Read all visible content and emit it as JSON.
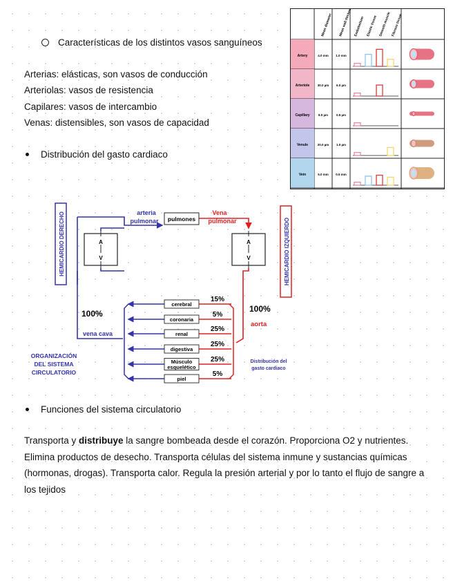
{
  "section1": {
    "heading": "Características de los distintos vasos sanguíneos",
    "lines": [
      "Arterias: elásticas, son vasos de conducción",
      "Arteriolas: vasos de resistencia",
      "Capilares: vasos de intercambio",
      "Venas: distensibles, son vasos de capacidad"
    ]
  },
  "section2": {
    "heading": "Distribución del gasto cardiaco"
  },
  "section3": {
    "heading": "Funciones del sistema circulatorio",
    "paragraph_pre": "Transporta y ",
    "paragraph_bold": "distribuye",
    "paragraph_post": " la sangre bombeada desde el corazón. Proporciona O2 y nutrientes. Elimina productos de desecho. Transporta células del sistema inmune y  sustancias químicas (hormonas, drogas). Transporta calor. Regula la presión arterial y por lo tanto el flujo de sangre a los tejidos"
  },
  "vessel_table": {
    "column_headers": [
      "Mean diameter",
      "Mean wall thickness",
      "Endothelium",
      "Elastic tissue",
      "Smooth muscle",
      "Fibrous tissue"
    ],
    "bar_colors": {
      "endothelium": "#e58aa6",
      "elastic": "#8ec5e6",
      "smooth_muscle": "#d93a3a",
      "fibrous": "#f0d86a"
    },
    "rows": [
      {
        "name": "Artery",
        "diameter": "4.0 mm",
        "wall": "1.0 mm",
        "color": "#f4aab8",
        "bars": [
          0.15,
          0.6,
          0.85,
          0.35
        ]
      },
      {
        "name": "Arteriole",
        "diameter": "30.0 µm",
        "wall": "6.0 µm",
        "color": "#f1b7c8",
        "bars": [
          0.15,
          0,
          0.55,
          0
        ]
      },
      {
        "name": "Capillary",
        "diameter": "8.0 µm",
        "wall": "0.5 µm",
        "color": "#d6b7de",
        "bars": [
          0.15,
          0,
          0,
          0
        ]
      },
      {
        "name": "Venule",
        "diameter": "20.0 µm",
        "wall": "1.0 µm",
        "color": "#c3c5ea",
        "bars": [
          0.15,
          0,
          0,
          0.4
        ]
      },
      {
        "name": "Vein",
        "diameter": "5.0 mm",
        "wall": "0.5 mm",
        "color": "#b3d6ef",
        "bars": [
          0.15,
          0.45,
          0.5,
          0.4
        ]
      }
    ]
  },
  "diagram": {
    "left_label": "HEMICARDIO DERECHO",
    "right_label": "HEMICARDIO IZQUIERDO",
    "arteria": "arteria",
    "pulmonar1": "pulmonar",
    "pulmones": "pulmones",
    "vena": "Vena",
    "pulmonar2": "pulmonar",
    "heart_a": "A",
    "heart_v": "V",
    "pct_left": "100%",
    "vena_cava": "vena cava",
    "pct_right": "100%",
    "aorta": "aorta",
    "org_line1": "ORGANIZACIÓN",
    "org_line2": "DEL SISTEMA",
    "org_line3": "CIRCULATORIO",
    "dist_line1": "Distribución del",
    "dist_line2": "gasto cardiaco",
    "organs": [
      {
        "name": "cerebral",
        "pct": "15%"
      },
      {
        "name": "coronaria",
        "pct": "5%"
      },
      {
        "name": "renal",
        "pct": "25%"
      },
      {
        "name": "digestiva",
        "pct": "25%"
      },
      {
        "name": "Músculo",
        "name2": "esquelético",
        "pct": "25%"
      },
      {
        "name": "piel",
        "pct": "5%"
      }
    ],
    "colors": {
      "blue": "#3333aa",
      "red": "#e02020"
    }
  }
}
